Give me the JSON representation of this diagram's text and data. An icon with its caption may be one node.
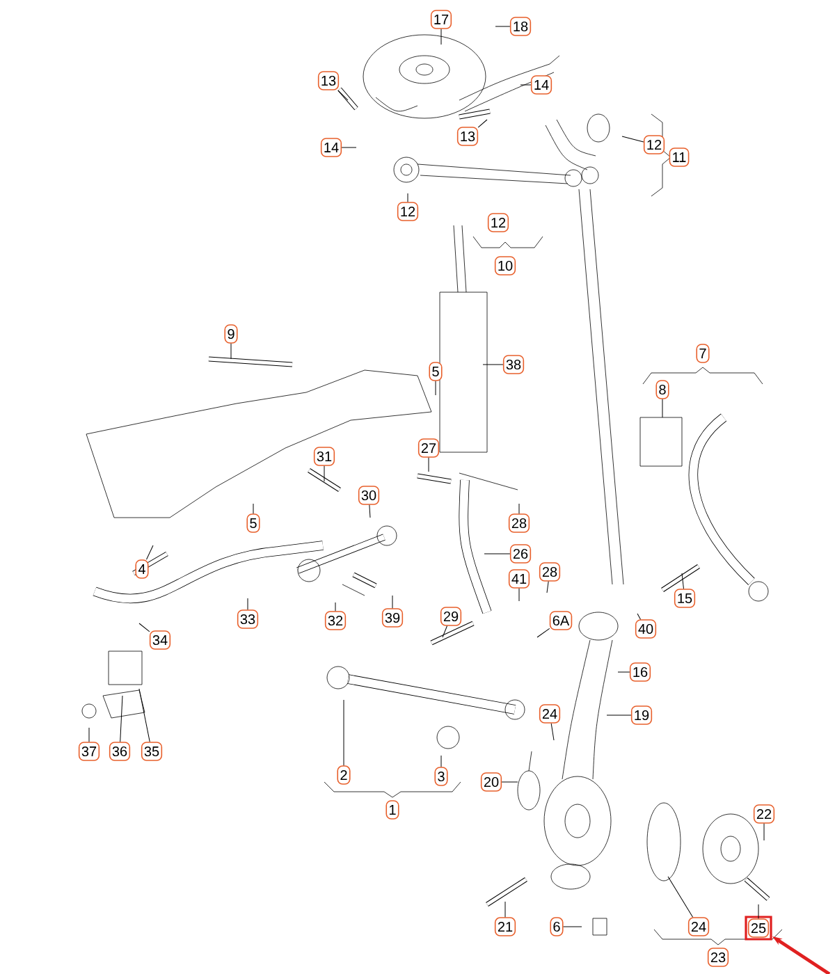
{
  "diagram": {
    "nodes": [
      {
        "text": [
          "17"
        ]
      },
      {
        "text": [
          "18"
        ]
      },
      {
        "text": [
          "13"
        ]
      },
      {
        "text": [
          "14"
        ]
      },
      {
        "text": [
          "13"
        ]
      },
      {
        "text": [
          "12"
        ]
      },
      {
        "text": [
          "11"
        ]
      },
      {
        "text": [
          "14"
        ]
      },
      {
        "text": [
          "12"
        ]
      },
      {
        "text": [
          "12"
        ]
      },
      {
        "text": [
          "10"
        ]
      },
      {
        "text": [
          "9"
        ]
      },
      {
        "text": [
          "7"
        ]
      },
      {
        "text": [
          "8"
        ]
      },
      {
        "text": [
          "5"
        ]
      },
      {
        "text": [
          "38"
        ]
      },
      {
        "text": [
          "31"
        ]
      },
      {
        "text": [
          "27"
        ]
      },
      {
        "text": [
          "30"
        ]
      },
      {
        "text": [
          "5"
        ]
      },
      {
        "text": [
          "28"
        ]
      },
      {
        "text": [
          "4"
        ]
      },
      {
        "text": [
          "26"
        ]
      },
      {
        "text": [
          "41"
        ]
      },
      {
        "text": [
          "28"
        ]
      },
      {
        "text": [
          "33"
        ]
      },
      {
        "text": [
          "32"
        ]
      },
      {
        "text": [
          "39"
        ]
      },
      {
        "text": [
          "29"
        ]
      },
      {
        "text": [
          "6A"
        ]
      },
      {
        "text": [
          "15"
        ]
      },
      {
        "text": [
          "40"
        ]
      },
      {
        "text": [
          "34"
        ]
      },
      {
        "text": [
          "16"
        ]
      },
      {
        "text": [
          "19"
        ]
      },
      {
        "text": [
          "24"
        ]
      },
      {
        "text": [
          "20"
        ]
      },
      {
        "text": [
          "2"
        ]
      },
      {
        "text": [
          "3"
        ]
      },
      {
        "text": [
          "1"
        ]
      },
      {
        "text": [
          "37"
        ]
      },
      {
        "text": [
          "36"
        ]
      },
      {
        "text": [
          "35"
        ]
      },
      {
        "text": [
          "22"
        ]
      },
      {
        "text": [
          "21"
        ]
      },
      {
        "text": [
          "6"
        ]
      },
      {
        "text": [
          "24"
        ]
      },
      {
        "text": [
          "25"
        ]
      },
      {
        "text": [
          "23"
        ]
      }
    ],
    "edges": [
      {
        "from": 0,
        "to": null,
        "arrow": "none"
      },
      {
        "from": 1,
        "to": null,
        "arrow": "none"
      },
      {
        "from": 2,
        "to": null,
        "arrow": "none"
      },
      {
        "from": 3,
        "to": null,
        "arrow": "none"
      },
      {
        "from": 4,
        "to": null,
        "arrow": "none"
      },
      {
        "from": 5,
        "to": null,
        "arrow": "none"
      },
      {
        "from": 7,
        "to": null,
        "arrow": "none"
      },
      {
        "from": 8,
        "to": null,
        "arrow": "none"
      },
      {
        "from": 11,
        "to": null,
        "arrow": "none"
      },
      {
        "from": 13,
        "to": null,
        "arrow": "none"
      },
      {
        "from": 14,
        "to": null,
        "arrow": "none"
      },
      {
        "from": 15,
        "to": null,
        "arrow": "none"
      },
      {
        "from": 16,
        "to": null,
        "arrow": "none"
      },
      {
        "from": 17,
        "to": null,
        "arrow": "none"
      },
      {
        "from": 18,
        "to": null,
        "arrow": "none"
      },
      {
        "from": 19,
        "to": null,
        "arrow": "none"
      },
      {
        "from": 20,
        "to": null,
        "arrow": "none"
      },
      {
        "from": 21,
        "to": null,
        "arrow": "none"
      },
      {
        "from": 22,
        "to": null,
        "arrow": "none"
      },
      {
        "from": 23,
        "to": null,
        "arrow": "none"
      },
      {
        "from": 24,
        "to": null,
        "arrow": "none"
      },
      {
        "from": 25,
        "to": null,
        "arrow": "none"
      },
      {
        "from": 26,
        "to": null,
        "arrow": "none"
      },
      {
        "from": 27,
        "to": null,
        "arrow": "none"
      },
      {
        "from": 28,
        "to": null,
        "arrow": "none"
      },
      {
        "from": 29,
        "to": null,
        "arrow": "none"
      },
      {
        "from": 30,
        "to": null,
        "arrow": "none"
      },
      {
        "from": 31,
        "to": null,
        "arrow": "none"
      },
      {
        "from": 32,
        "to": null,
        "arrow": "none"
      },
      {
        "from": 33,
        "to": null,
        "arrow": "none"
      },
      {
        "from": 34,
        "to": null,
        "arrow": "none"
      },
      {
        "from": 35,
        "to": null,
        "arrow": "none"
      },
      {
        "from": 36,
        "to": null,
        "arrow": "none"
      },
      {
        "from": 37,
        "to": null,
        "arrow": "none"
      },
      {
        "from": 38,
        "to": null,
        "arrow": "none"
      },
      {
        "from": 40,
        "to": null,
        "arrow": "none"
      },
      {
        "from": 41,
        "to": null,
        "arrow": "none"
      },
      {
        "from": 42,
        "to": null,
        "arrow": "none"
      },
      {
        "from": 43,
        "to": null,
        "arrow": "none"
      },
      {
        "from": 44,
        "to": null,
        "arrow": "none"
      },
      {
        "from": 45,
        "to": null,
        "arrow": "none"
      },
      {
        "from": 46,
        "to": null,
        "arrow": "none"
      },
      {
        "from": 47,
        "to": null,
        "arrow": "none"
      },
      {
        "from": null,
        "to": 47,
        "arrow": "to",
        "style": "thick",
        "color": "#e02020"
      }
    ]
  }
}
